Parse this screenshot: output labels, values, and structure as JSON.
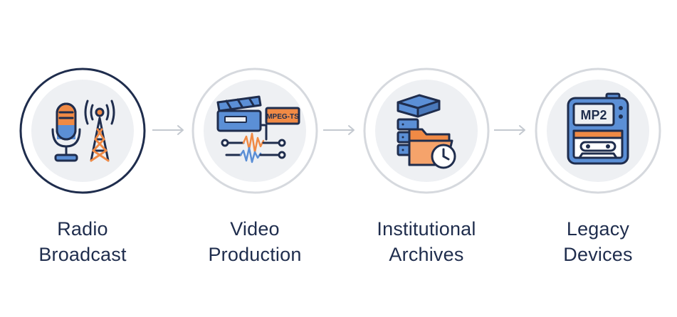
{
  "steps": [
    {
      "label_line1": "Radio",
      "label_line2": "Broadcast",
      "icon": "microphone-antenna-icon"
    },
    {
      "label_line1": "Video",
      "label_line2": "Production",
      "icon": "clapperboard-signal-icon",
      "tag": "MPEG-TS"
    },
    {
      "label_line1": "Institutional",
      "label_line2": "Archives",
      "icon": "server-folder-clock-icon"
    },
    {
      "label_line1": "Legacy",
      "label_line2": "Devices",
      "icon": "mp2-player-icon",
      "tag": "MP2"
    }
  ],
  "colors": {
    "navy": "#1f2d4d",
    "blue": "#5b8fd6",
    "orange": "#f08a45",
    "circle_fill": "#eef0f3",
    "ring_light": "#d6d9de",
    "arrow": "#c4c9d0"
  }
}
